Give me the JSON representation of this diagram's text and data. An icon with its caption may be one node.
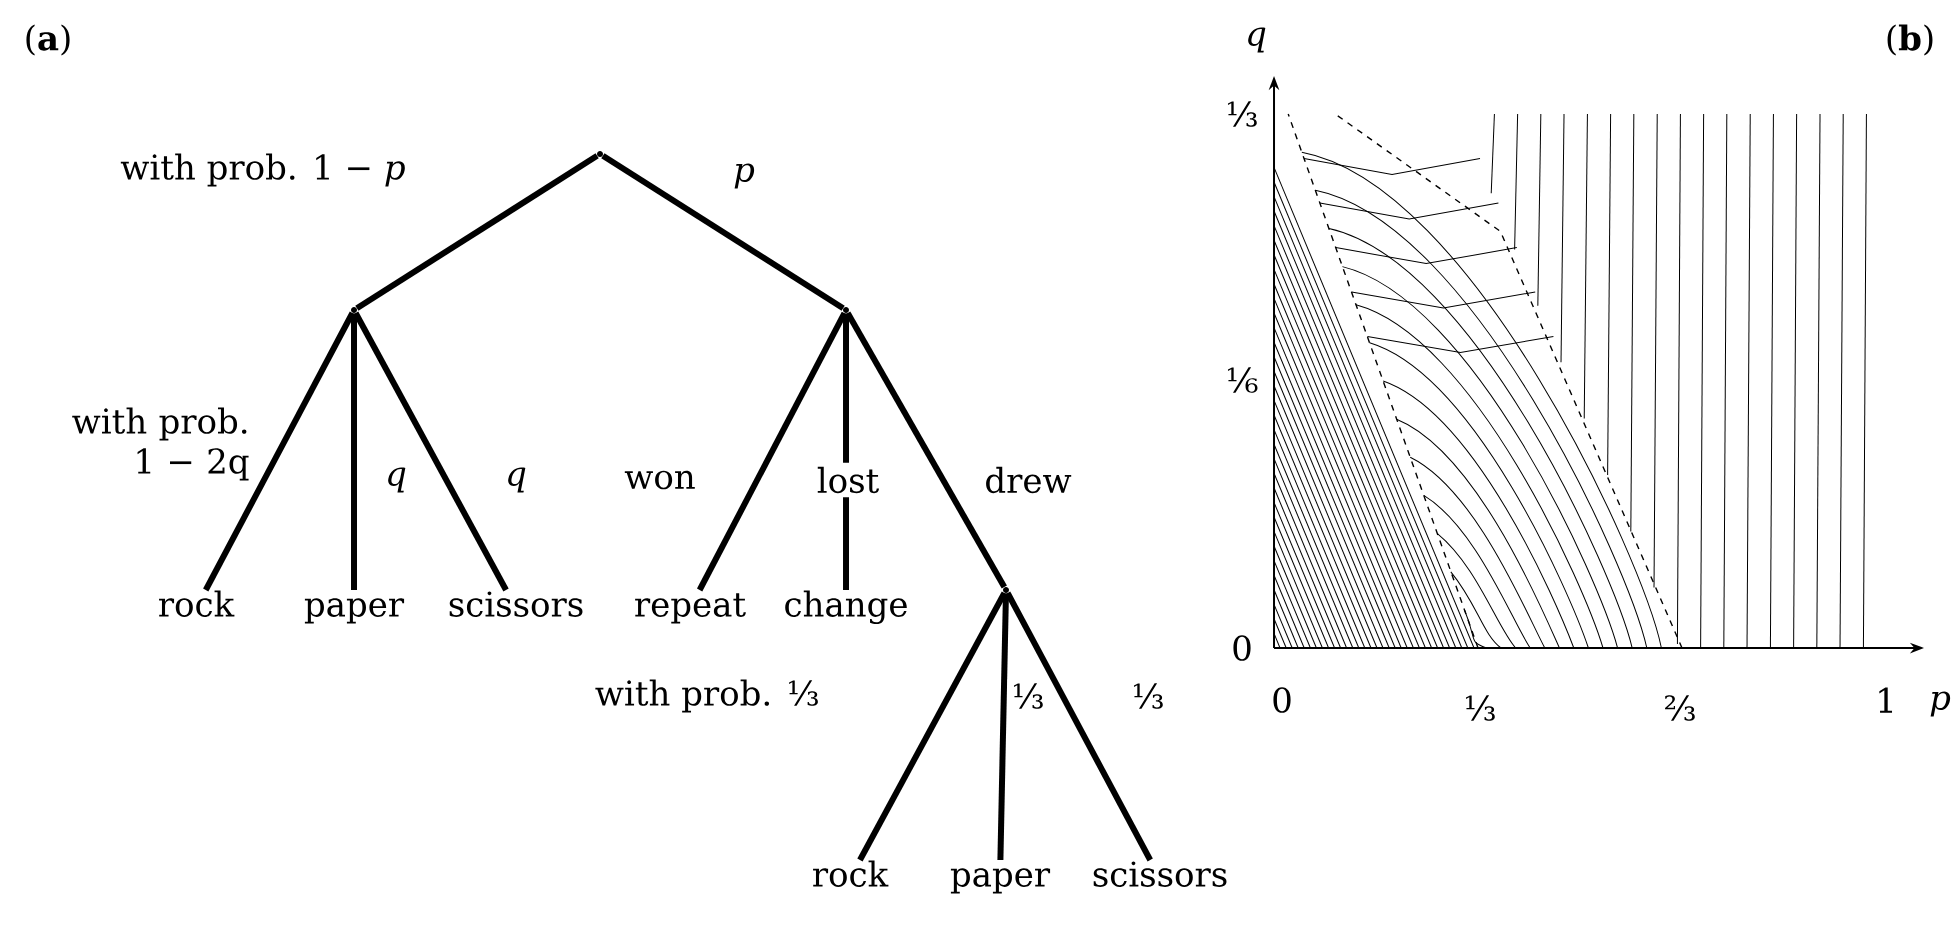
{
  "diagram": {
    "nodes": [
      {
        "text": [],
        "shape": "point"
      },
      {
        "text": [],
        "shape": "point"
      },
      {
        "text": [],
        "shape": "point"
      },
      {
        "text": [
          "rock"
        ]
      },
      {
        "text": [
          "paper"
        ]
      },
      {
        "text": [
          "scissors"
        ]
      },
      {
        "text": [
          "repeat"
        ]
      },
      {
        "text": [
          "change"
        ]
      },
      {
        "text": [],
        "shape": "point"
      },
      {
        "text": [
          "rock"
        ]
      },
      {
        "text": [
          "paper"
        ]
      },
      {
        "text": [
          "scissors"
        ]
      }
    ],
    "edges": [
      {
        "from": 0,
        "to": 1,
        "arrow": "none",
        "label": "with prob. 1 − *p*"
      },
      {
        "from": 0,
        "to": 2,
        "arrow": "none",
        "label": "p"
      },
      {
        "from": 1,
        "to": 3,
        "arrow": "none",
        "label": "with prob. 1 − 2q"
      },
      {
        "from": 1,
        "to": 4,
        "arrow": "none",
        "label": "q"
      },
      {
        "from": 1,
        "to": 5,
        "arrow": "none",
        "label": "q"
      },
      {
        "from": 2,
        "to": 6,
        "arrow": "none",
        "label": "won"
      },
      {
        "from": 2,
        "to": 7,
        "arrow": "none",
        "label": "lost"
      },
      {
        "from": 2,
        "to": 8,
        "arrow": "none",
        "label": "drew"
      },
      {
        "from": 8,
        "to": 9,
        "arrow": "none",
        "label": "with prob. ⅓"
      },
      {
        "from": 8,
        "to": 10,
        "arrow": "none",
        "label": "⅓"
      },
      {
        "from": 8,
        "to": 11,
        "arrow": "none",
        "label": "⅓"
      }
    ],
    "labels": [
      "(**a**)",
      "q",
      "(**b**)",
      "⅓",
      "⅙",
      "0",
      "0",
      "⅓",
      "⅔",
      "1",
      "p"
    ]
  }
}
